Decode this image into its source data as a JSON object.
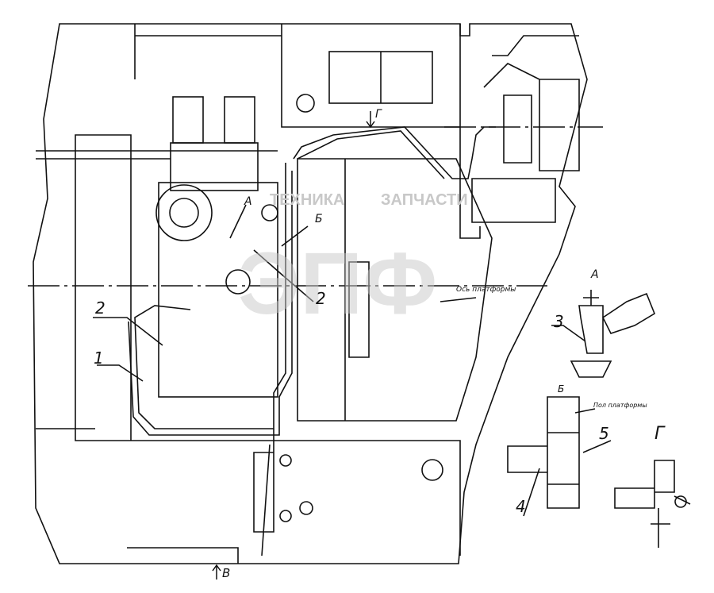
{
  "watermark": {
    "text_left": "ТЕХНИКА",
    "text_right": "ЗАПЧАСТИ",
    "logo_letters": "ЭПФ"
  },
  "callouts": {
    "c1": "1",
    "c2a": "2",
    "c2b": "2",
    "c3": "3",
    "c4": "4",
    "c5": "5"
  },
  "views": {
    "A": "А",
    "A_detail": "А",
    "B": "Б",
    "B_detail": "Б",
    "G": "Г",
    "G_detail": "Г",
    "V": "В"
  },
  "annotations": {
    "axis_label": "Ось платформы",
    "tank_label": "Пол платформы"
  },
  "colors": {
    "line": "#111111",
    "watermark": "#c8c8c8"
  }
}
